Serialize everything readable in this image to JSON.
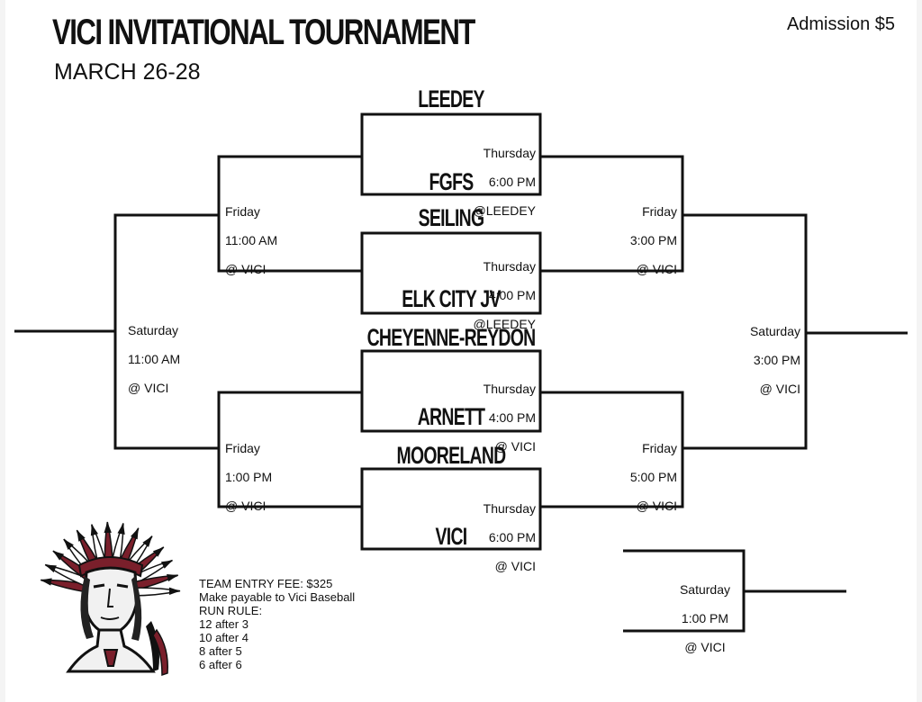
{
  "header": {
    "title": "VICI INVITATIONAL TOURNAMENT",
    "dates": "MARCH 26-28",
    "admission": "Admission $5"
  },
  "teams": {
    "leedey": "LEEDEY",
    "fgfs": "FGFS",
    "seiling": "SEILING",
    "elk_city_jv": "ELK CITY JV",
    "cheyenne_reydon": "CHEYENNE-REYDON",
    "arnett": "ARNETT",
    "mooreland": "MOORELAND",
    "vici": "VICI"
  },
  "games": {
    "g1": {
      "day": "Thursday",
      "time": "6:00 PM",
      "site": "@LEEDEY"
    },
    "g2": {
      "day": "Thursday",
      "time": "4:00 PM",
      "site": "@LEEDEY"
    },
    "g3": {
      "day": "Thursday",
      "time": "4:00 PM",
      "site": "@ VICI"
    },
    "g4": {
      "day": "Thursday",
      "time": "6:00 PM",
      "site": "@ VICI"
    },
    "fri_left_top": {
      "day": "Friday",
      "time": "11:00 AM",
      "site": "@ VICI"
    },
    "fri_left_bottom": {
      "day": "Friday",
      "time": "1:00 PM",
      "site": "@ VICI"
    },
    "fri_right_top": {
      "day": "Friday",
      "time": "3:00 PM",
      "site": "@ VICI"
    },
    "fri_right_bottom": {
      "day": "Friday",
      "time": "5:00 PM",
      "site": "@ VICI"
    },
    "sat_left": {
      "day": "Saturday",
      "time": "11:00 AM",
      "site": "@ VICI"
    },
    "sat_right": {
      "day": "Saturday",
      "time": "3:00 PM",
      "site": "@ VICI"
    },
    "sat_extra": {
      "day": "Saturday",
      "time": "1:00 PM",
      "site": "@ VICI"
    }
  },
  "info": {
    "entry_fee": "TEAM ENTRY FEE: $325",
    "payable": "Make payable to Vici Baseball",
    "run_rule_label": "RUN RULE:",
    "rules": [
      "12 after 3",
      "10 after 4",
      "8 after 5",
      "6 after 6"
    ]
  },
  "mascot": {
    "icon": "headdress-chief-icon",
    "colors": {
      "feather": "#7a1f2b",
      "outline": "#111111"
    }
  }
}
